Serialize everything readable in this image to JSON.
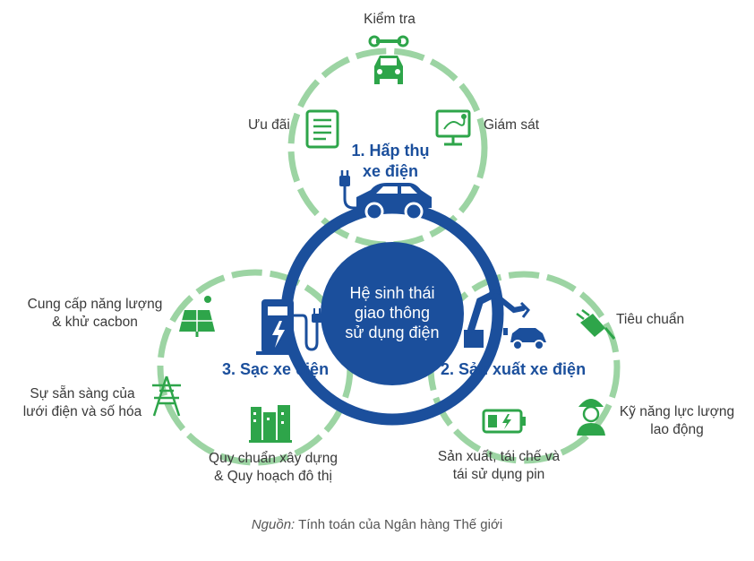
{
  "center": {
    "line1": "Hệ sinh thái",
    "line2": "giao thông",
    "line3": "sử dụng điện"
  },
  "pillars": {
    "adoption": {
      "line1": "1. Hấp thụ",
      "line2": "xe điện"
    },
    "manufacturing": {
      "label": "2. Sản xuất xe điện"
    },
    "charging": {
      "label": "3. Sạc xe điện"
    }
  },
  "adoption_items": {
    "inspection": "Kiểm tra",
    "incentives": "Ưu đãi",
    "monitoring": "Giám sát"
  },
  "manufacturing_items": {
    "standards": "Tiêu chuẩn",
    "workforce_line1": "Kỹ năng lực lượng",
    "workforce_line2": "lao động",
    "battery_line1": "Sản xuất, tái chế và",
    "battery_line2": "tái sử dụng pin"
  },
  "charging_items": {
    "energy_line1": "Cung cấp năng lượng",
    "energy_line2": "& khử cacbon",
    "grid_line1": "Sự sẵn sàng của",
    "grid_line2": "lưới điện và số hóa",
    "codes_line1": "Quy chuẩn xây dựng",
    "codes_line2": "& Quy hoạch đô thị"
  },
  "source": {
    "prefix": "Nguồn:",
    "text": " Tính toán của Ngân hàng Thế giới"
  },
  "colors": {
    "navy": "#1b4f9c",
    "green": "#2ea54a",
    "light_green": "#9cd4a3",
    "text": "#3a3a3a"
  }
}
